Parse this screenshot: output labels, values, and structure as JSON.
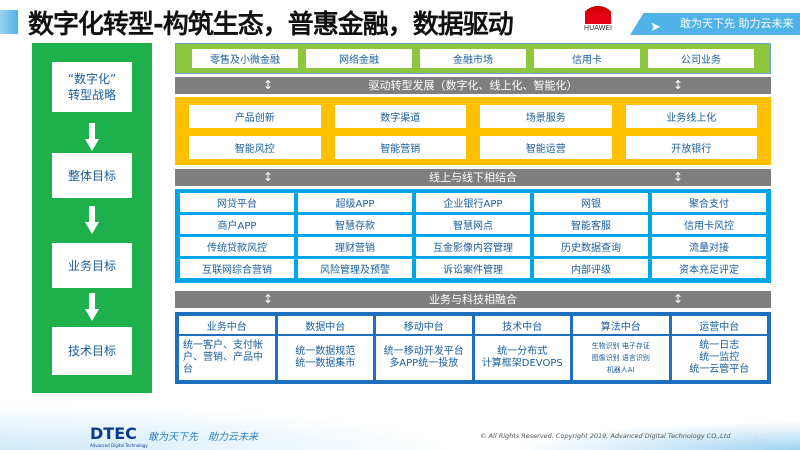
{
  "header": {
    "title": "数字化转型-构筑生态，普惠金融，数据驱动",
    "brand": "HUAWEI",
    "slogan": "敢为天下先 助力云未来"
  },
  "left": {
    "items": [
      "“数字化”\n转型战略",
      "整体目标",
      "业务目标",
      "技术目标"
    ]
  },
  "green_row": [
    "零售及小微金融",
    "网络金融",
    "金融市场",
    "信用卡",
    "公司业务"
  ],
  "bar1": "驱动转型发展（数字化、线上化、智能化）",
  "orange_rows": [
    [
      "产品创新",
      "数字渠道",
      "场景服务",
      "业务线上化"
    ],
    [
      "智能风控",
      "智能营销",
      "智能运营",
      "开放银行"
    ]
  ],
  "bar2": "线上与线下相结合",
  "blue_rows": [
    [
      "网贷平台",
      "超级APP",
      "企业银行APP",
      "网银",
      "聚合支付"
    ],
    [
      "商户APP",
      "智慧存款",
      "智慧网点",
      "智能客服",
      "信用卡风控"
    ],
    [
      "传统贷款风控",
      "理财营销",
      "互金影像内容管理",
      "历史数据查询",
      "流量对接"
    ],
    [
      "互联网综合营销",
      "风险管理及预警",
      "诉讼案件管理",
      "内部评级",
      "资本充足评定"
    ]
  ],
  "bar3": "业务与科技相融合",
  "platforms": [
    {
      "name": "业务中台",
      "desc": "统一客户、支付帐户、营销、产品中台"
    },
    {
      "name": "数据中台",
      "desc": "统一数据规范\n统一数据集市"
    },
    {
      "name": "移动中台",
      "desc": "统一移动开发平台\n多APP统一投放"
    },
    {
      "name": "技术中台",
      "desc": "统一分布式\n计算框架DEVOPS"
    },
    {
      "name": "算法中台",
      "desc": "生物识别 电子存证\n图像识别 语言识别\n机器人AI"
    },
    {
      "name": "运营中台",
      "desc": "统一日志\n统一监控\n统一云管平台"
    }
  ],
  "footer": {
    "logo": "DTEC",
    "logo_sub": "Advanced Digital Technology",
    "slogan": "敢为天下先　助力云未来",
    "copyright": "© All Rights Reserved. Copyright 2019, Advanced Digital Technology CO.,Ltd",
    "page": "10"
  },
  "colors": {
    "green": "#1eb04b",
    "lightgreen": "#8dc63f",
    "orange": "#ffc000",
    "blue": "#00a6e8",
    "darkblue": "#1f6fbf",
    "gray": "#7f7f7f"
  }
}
